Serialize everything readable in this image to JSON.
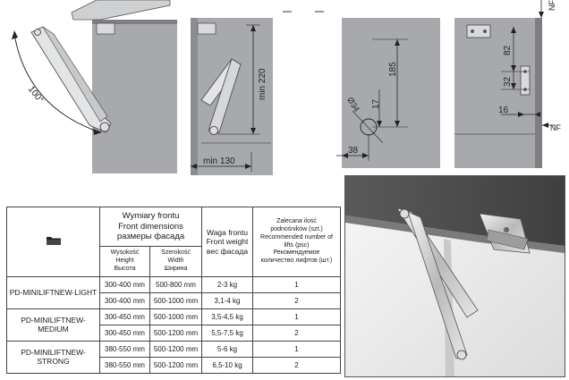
{
  "diagrams": {
    "angle_label": "100°",
    "min220": "min 220",
    "min130": "min 130",
    "dim185": "185",
    "dim17": "17",
    "dim38": "38",
    "dim_phi34": "Ø34",
    "dim82": "82",
    "dim32": "32",
    "dim16": "16",
    "nf_top": "NF",
    "nf_side": "NF"
  },
  "table": {
    "folder_icon": "folder-icon",
    "front_dimensions": [
      "Wymiary frontu",
      "Front dimensions",
      "размеры фасада"
    ],
    "height_hdr": [
      "Wysokość",
      "Height",
      "Высота"
    ],
    "width_hdr": [
      "Szerokość",
      "Width",
      "Ширина"
    ],
    "weight_hdr": [
      "Waga frontu",
      "Front weight",
      "вес фасада"
    ],
    "lifts_hdr": [
      "Zalecana ilość",
      "podnośników (szt.)",
      "Recommended number of",
      "lifts (psc)",
      "Рекомендуемое",
      "количество лифтов (шт.)"
    ],
    "groups": [
      {
        "model": "PD-MINILIFTNEW-LIGHT",
        "rows": [
          {
            "height": "300-400 mm",
            "width": "500-800 mm",
            "weight": "2-3 kg",
            "lifts": "1"
          },
          {
            "height": "300-400 mm",
            "width": "500-1000 mm",
            "weight": "3,1-4 kg",
            "lifts": "2"
          }
        ]
      },
      {
        "model": "PD-MINILIFTNEW-MEDIUM",
        "rows": [
          {
            "height": "300-450 mm",
            "width": "500-1000 mm",
            "weight": "3,5-4,5 kg",
            "lifts": "1"
          },
          {
            "height": "300-450 mm",
            "width": "500-1200 mm",
            "weight": "5,5-7,5 kg",
            "lifts": "2"
          }
        ]
      },
      {
        "model": "PD-MINILIFTNEW-STRONG",
        "rows": [
          {
            "height": "380-550 mm",
            "width": "500-1200 mm",
            "weight": "5-6 kg",
            "lifts": "1"
          },
          {
            "height": "380-550 mm",
            "width": "500-1200 mm",
            "weight": "6,5-10 kg",
            "lifts": "2"
          }
        ]
      }
    ]
  }
}
